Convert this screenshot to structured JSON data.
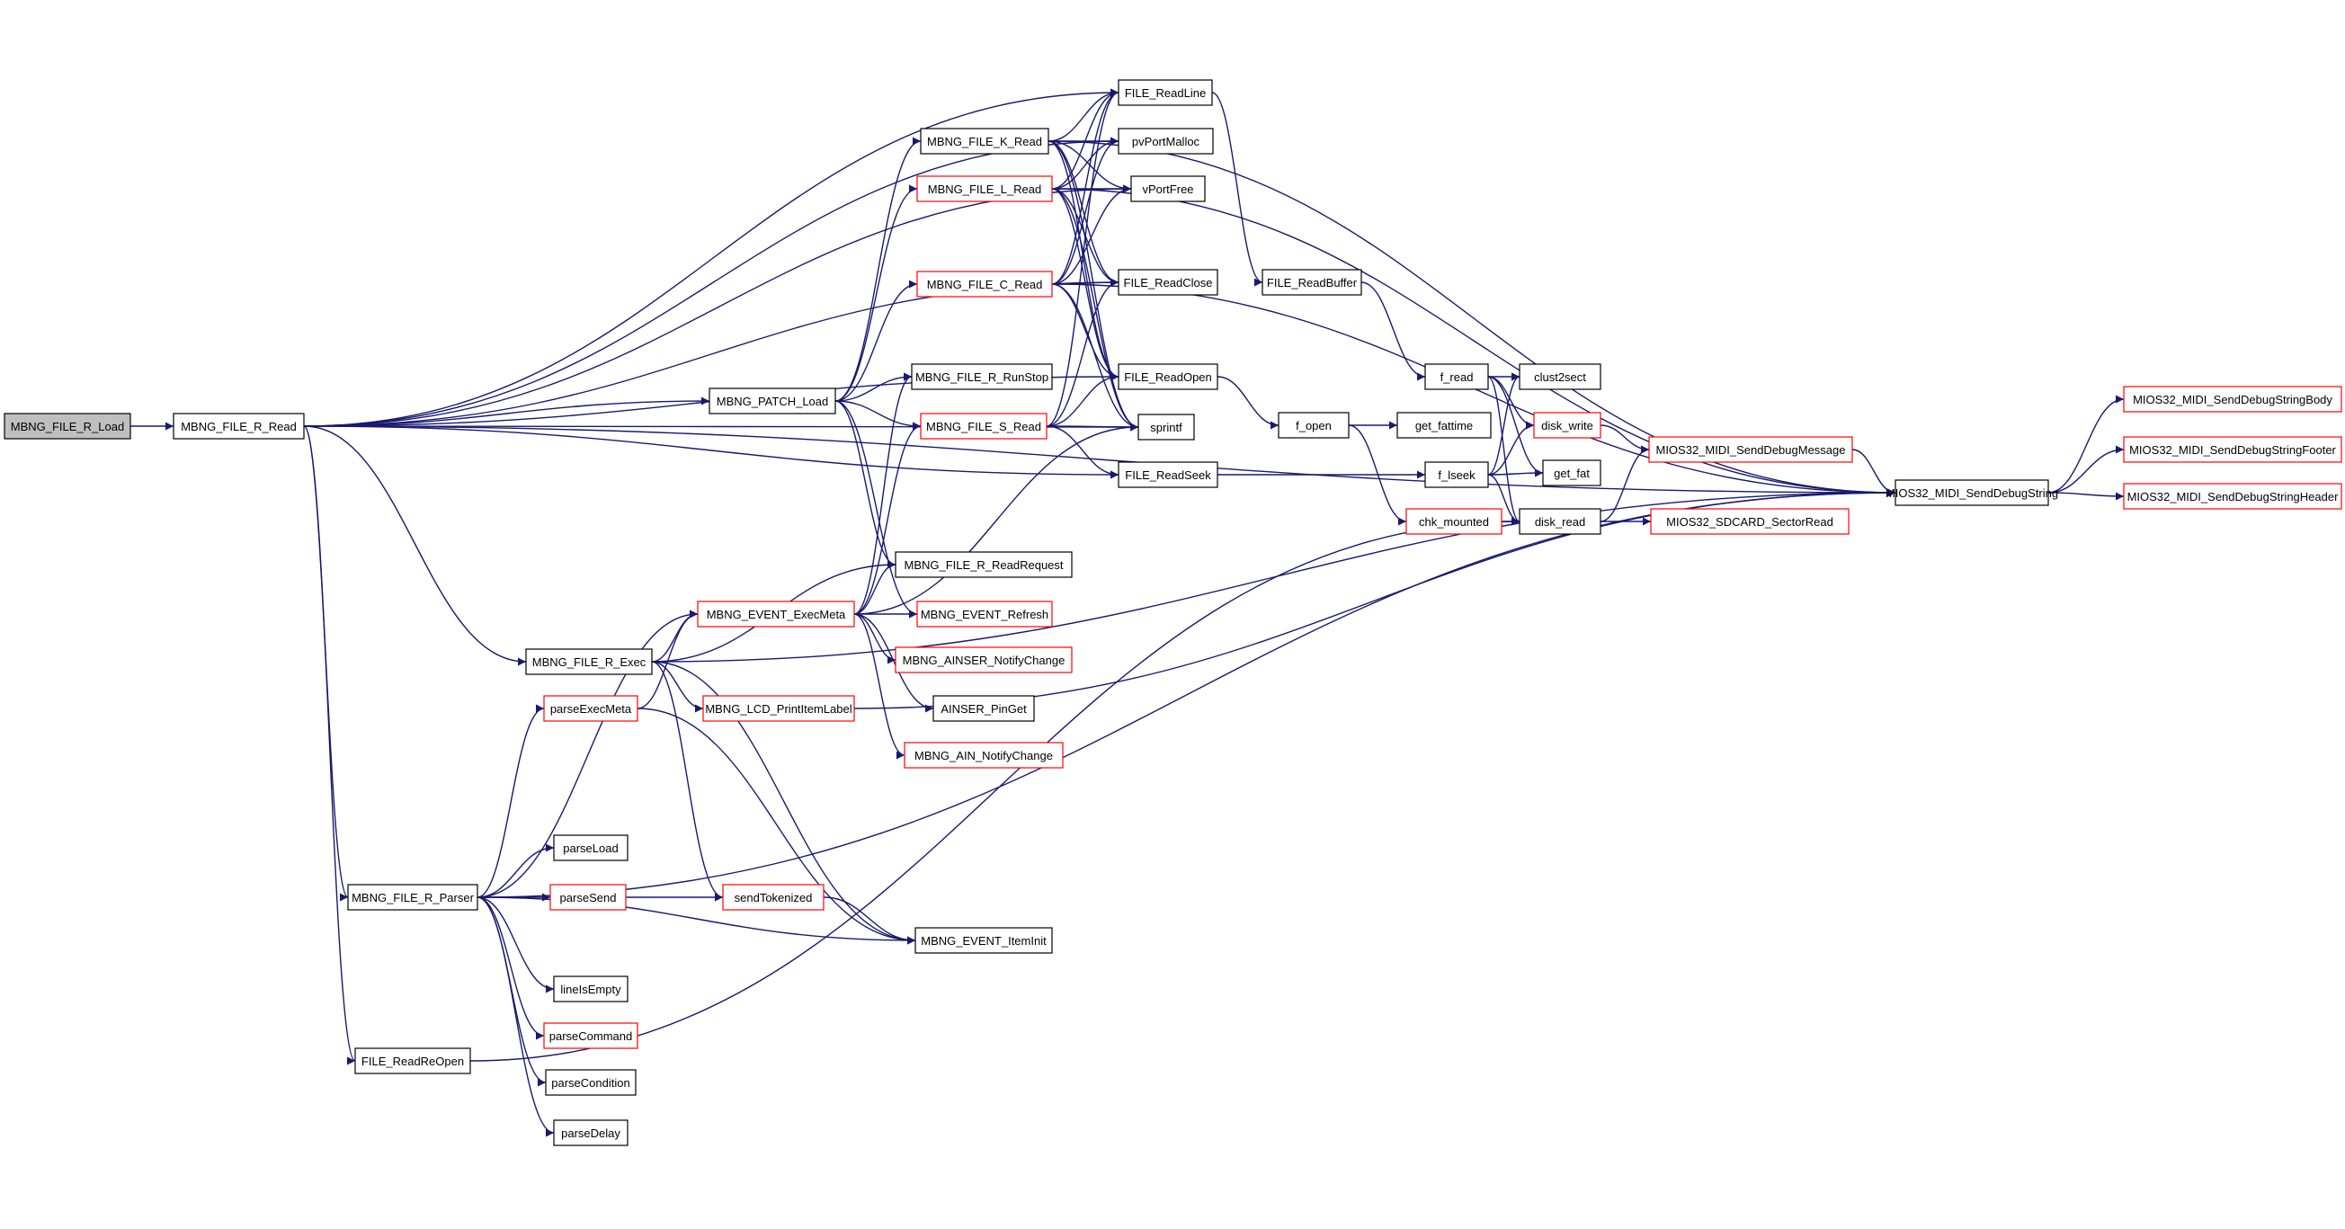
{
  "colors": {
    "edge": "#191970",
    "node_border_black": "#000000",
    "node_border_red": "#ff0000",
    "root_fill": "#bfbfbf",
    "node_fill": "#ffffff",
    "text": "#000000"
  },
  "nodes": [
    {
      "id": "n0",
      "label": "MBNG_FILE_R_Load",
      "border": "black",
      "root": true
    },
    {
      "id": "n1",
      "label": "MBNG_FILE_R_Read",
      "border": "black"
    },
    {
      "id": "n2",
      "label": "FILE_ReadClose",
      "border": "black"
    },
    {
      "id": "n3",
      "label": "FILE_ReadLine",
      "border": "black"
    },
    {
      "id": "n4",
      "label": "FILE_ReadOpen",
      "border": "black"
    },
    {
      "id": "n5",
      "label": "FILE_ReadReOpen",
      "border": "black"
    },
    {
      "id": "n6",
      "label": "FILE_ReadSeek",
      "border": "black"
    },
    {
      "id": "n7",
      "label": "MBNG_FILE_R_Exec",
      "border": "black"
    },
    {
      "id": "n8",
      "label": "MBNG_FILE_R_Parser",
      "border": "black"
    },
    {
      "id": "n9",
      "label": "MBNG_PATCH_Load",
      "border": "black"
    },
    {
      "id": "n10",
      "label": "MIOS32_MIDI_SendDebugString",
      "border": "black"
    },
    {
      "id": "n11",
      "label": "pvPortMalloc",
      "border": "black"
    },
    {
      "id": "n12",
      "label": "sprintf",
      "border": "black"
    },
    {
      "id": "n13",
      "label": "vPortFree",
      "border": "black"
    },
    {
      "id": "n14",
      "label": "FILE_ReadBuffer",
      "border": "black"
    },
    {
      "id": "n15",
      "label": "f_read",
      "border": "black"
    },
    {
      "id": "n16",
      "label": "clust2sect",
      "border": "black"
    },
    {
      "id": "n17",
      "label": "disk_read",
      "border": "black"
    },
    {
      "id": "n18",
      "label": "get_fat",
      "border": "black"
    },
    {
      "id": "n19",
      "label": "disk_write",
      "border": "red"
    },
    {
      "id": "n20",
      "label": "MIOS32_MIDI_SendDebugMessage",
      "border": "red"
    },
    {
      "id": "n21",
      "label": "MIOS32_SDCARD_SectorRead",
      "border": "red"
    },
    {
      "id": "n22",
      "label": "f_open",
      "border": "black"
    },
    {
      "id": "n23",
      "label": "get_fattime",
      "border": "black"
    },
    {
      "id": "n24",
      "label": "chk_mounted",
      "border": "red"
    },
    {
      "id": "n25",
      "label": "f_lseek",
      "border": "black"
    },
    {
      "id": "n26",
      "label": "MIOS32_MIDI_SendDebugStringBody",
      "border": "red"
    },
    {
      "id": "n27",
      "label": "MIOS32_MIDI_SendDebugStringFooter",
      "border": "red"
    },
    {
      "id": "n28",
      "label": "MIOS32_MIDI_SendDebugStringHeader",
      "border": "red"
    },
    {
      "id": "n29",
      "label": "MBNG_EVENT_ExecMeta",
      "border": "red"
    },
    {
      "id": "n30",
      "label": "MBNG_EVENT_ItemInit",
      "border": "black"
    },
    {
      "id": "n31",
      "label": "MBNG_FILE_R_ReadRequest",
      "border": "black"
    },
    {
      "id": "n32",
      "label": "MBNG_LCD_PrintItemLabel",
      "border": "red"
    },
    {
      "id": "n33",
      "label": "AINSER_PinGet",
      "border": "black"
    },
    {
      "id": "n34",
      "label": "MBNG_AIN_NotifyChange",
      "border": "red"
    },
    {
      "id": "n35",
      "label": "MBNG_AINSER_NotifyChange",
      "border": "red"
    },
    {
      "id": "n36",
      "label": "MBNG_EVENT_Refresh",
      "border": "red"
    },
    {
      "id": "n37",
      "label": "MBNG_FILE_S_Read",
      "border": "red"
    },
    {
      "id": "n38",
      "label": "lineIsEmpty",
      "border": "black"
    },
    {
      "id": "n39",
      "label": "parseCommand",
      "border": "red"
    },
    {
      "id": "n40",
      "label": "parseCondition",
      "border": "black"
    },
    {
      "id": "n41",
      "label": "parseDelay",
      "border": "black"
    },
    {
      "id": "n42",
      "label": "parseExecMeta",
      "border": "red"
    },
    {
      "id": "n43",
      "label": "parseLoad",
      "border": "black"
    },
    {
      "id": "n44",
      "label": "parseSend",
      "border": "red"
    },
    {
      "id": "n45",
      "label": "sendTokenized",
      "border": "red"
    },
    {
      "id": "n46",
      "label": "MBNG_FILE_C_Read",
      "border": "red"
    },
    {
      "id": "n47",
      "label": "MBNG_FILE_K_Read",
      "border": "black"
    },
    {
      "id": "n48",
      "label": "MBNG_FILE_L_Read",
      "border": "red"
    },
    {
      "id": "n49",
      "label": "MBNG_FILE_R_RunStop",
      "border": "black"
    }
  ],
  "edges": [
    [
      "n0",
      "n1"
    ],
    [
      "n1",
      "n2"
    ],
    [
      "n1",
      "n3"
    ],
    [
      "n1",
      "n4"
    ],
    [
      "n1",
      "n5"
    ],
    [
      "n1",
      "n6"
    ],
    [
      "n1",
      "n7"
    ],
    [
      "n1",
      "n8"
    ],
    [
      "n1",
      "n9"
    ],
    [
      "n1",
      "n10"
    ],
    [
      "n1",
      "n11"
    ],
    [
      "n1",
      "n12"
    ],
    [
      "n1",
      "n13"
    ],
    [
      "n3",
      "n14"
    ],
    [
      "n14",
      "n15"
    ],
    [
      "n15",
      "n16"
    ],
    [
      "n15",
      "n17"
    ],
    [
      "n15",
      "n18"
    ],
    [
      "n15",
      "n19"
    ],
    [
      "n17",
      "n20"
    ],
    [
      "n17",
      "n21"
    ],
    [
      "n19",
      "n20"
    ],
    [
      "n20",
      "n10"
    ],
    [
      "n4",
      "n22"
    ],
    [
      "n22",
      "n23"
    ],
    [
      "n22",
      "n24"
    ],
    [
      "n24",
      "n17"
    ],
    [
      "n6",
      "n25"
    ],
    [
      "n25",
      "n16"
    ],
    [
      "n25",
      "n17"
    ],
    [
      "n25",
      "n18"
    ],
    [
      "n25",
      "n19"
    ],
    [
      "n10",
      "n26"
    ],
    [
      "n10",
      "n27"
    ],
    [
      "n10",
      "n28"
    ],
    [
      "n5",
      "n17"
    ],
    [
      "n7",
      "n29"
    ],
    [
      "n7",
      "n30"
    ],
    [
      "n7",
      "n31"
    ],
    [
      "n7",
      "n32"
    ],
    [
      "n7",
      "n45"
    ],
    [
      "n7",
      "n10"
    ],
    [
      "n29",
      "n33"
    ],
    [
      "n29",
      "n34"
    ],
    [
      "n29",
      "n35"
    ],
    [
      "n29",
      "n36"
    ],
    [
      "n29",
      "n37"
    ],
    [
      "n29",
      "n31"
    ],
    [
      "n29",
      "n12"
    ],
    [
      "n29",
      "n49"
    ],
    [
      "n32",
      "n10"
    ],
    [
      "n37",
      "n2"
    ],
    [
      "n37",
      "n4"
    ],
    [
      "n37",
      "n6"
    ],
    [
      "n37",
      "n12"
    ],
    [
      "n37",
      "n3"
    ],
    [
      "n8",
      "n10"
    ],
    [
      "n8",
      "n29"
    ],
    [
      "n8",
      "n30"
    ],
    [
      "n8",
      "n38"
    ],
    [
      "n8",
      "n39"
    ],
    [
      "n8",
      "n40"
    ],
    [
      "n8",
      "n41"
    ],
    [
      "n8",
      "n42"
    ],
    [
      "n8",
      "n43"
    ],
    [
      "n8",
      "n44"
    ],
    [
      "n42",
      "n29"
    ],
    [
      "n42",
      "n30"
    ],
    [
      "n44",
      "n45"
    ],
    [
      "n45",
      "n30"
    ],
    [
      "n9",
      "n46"
    ],
    [
      "n9",
      "n47"
    ],
    [
      "n9",
      "n48"
    ],
    [
      "n9",
      "n37"
    ],
    [
      "n9",
      "n49"
    ],
    [
      "n9",
      "n31"
    ],
    [
      "n9",
      "n36"
    ],
    [
      "n46",
      "n2"
    ],
    [
      "n46",
      "n3"
    ],
    [
      "n46",
      "n4"
    ],
    [
      "n46",
      "n11"
    ],
    [
      "n46",
      "n12"
    ],
    [
      "n46",
      "n13"
    ],
    [
      "n46",
      "n10"
    ],
    [
      "n47",
      "n2"
    ],
    [
      "n47",
      "n3"
    ],
    [
      "n47",
      "n4"
    ],
    [
      "n47",
      "n11"
    ],
    [
      "n47",
      "n12"
    ],
    [
      "n47",
      "n13"
    ],
    [
      "n47",
      "n10"
    ],
    [
      "n48",
      "n2"
    ],
    [
      "n48",
      "n3"
    ],
    [
      "n48",
      "n4"
    ],
    [
      "n48",
      "n11"
    ],
    [
      "n48",
      "n12"
    ],
    [
      "n48",
      "n13"
    ],
    [
      "n48",
      "n10"
    ]
  ]
}
